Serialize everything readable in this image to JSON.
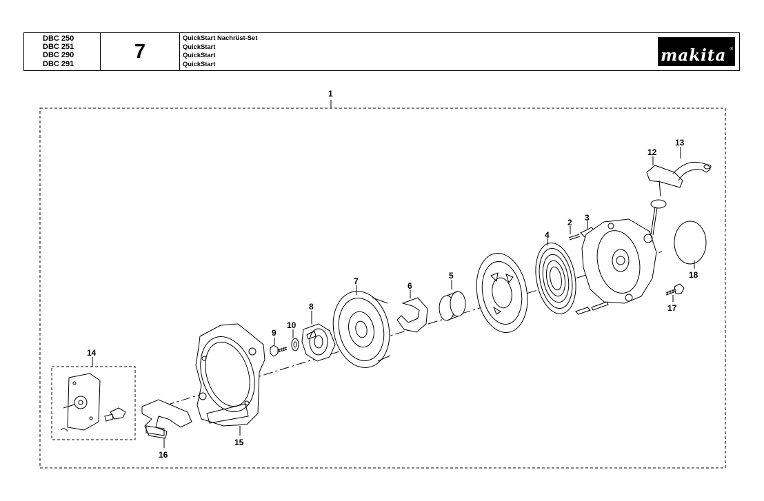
{
  "header": {
    "models": [
      "DBC 250",
      "DBC 251",
      "DBC 290",
      "DBC 291"
    ],
    "page_number": "7",
    "descriptions": [
      "QuickStart Nachrüst-Set",
      "QuickStart",
      "QuickStart",
      "QuickStart"
    ],
    "logo": "makita"
  },
  "diagram": {
    "callouts": [
      "1",
      "2",
      "3",
      "4",
      "5",
      "6",
      "7",
      "8",
      "9",
      "10",
      "12",
      "13",
      "14",
      "15",
      "16",
      "17",
      "18"
    ]
  }
}
